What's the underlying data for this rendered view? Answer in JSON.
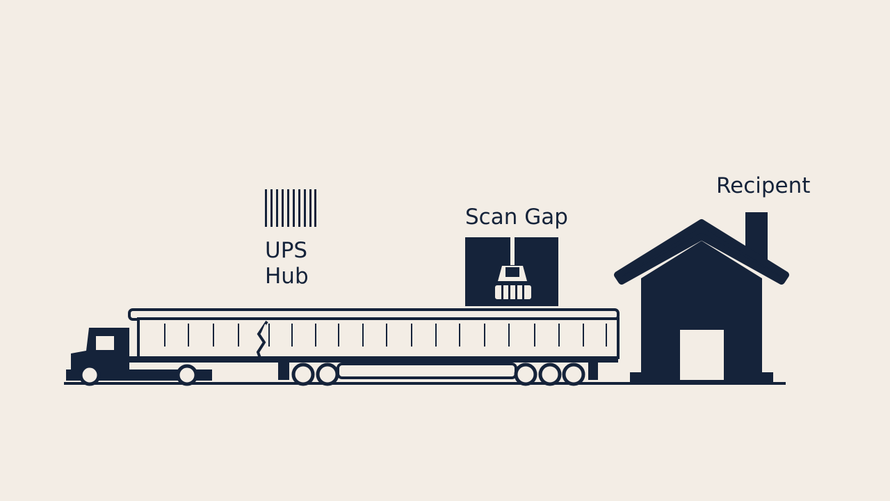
{
  "diagram": {
    "hub_label_line1": "UPS",
    "hub_label_line2": "Hub",
    "scan_label": "Scan Gap",
    "recipient_label": "Recipent"
  },
  "icons": [
    "barcode-icon",
    "scanner-icon",
    "truck-icon",
    "house-icon"
  ],
  "colors": {
    "background": "#f3ede5",
    "ink": "#15233a"
  }
}
